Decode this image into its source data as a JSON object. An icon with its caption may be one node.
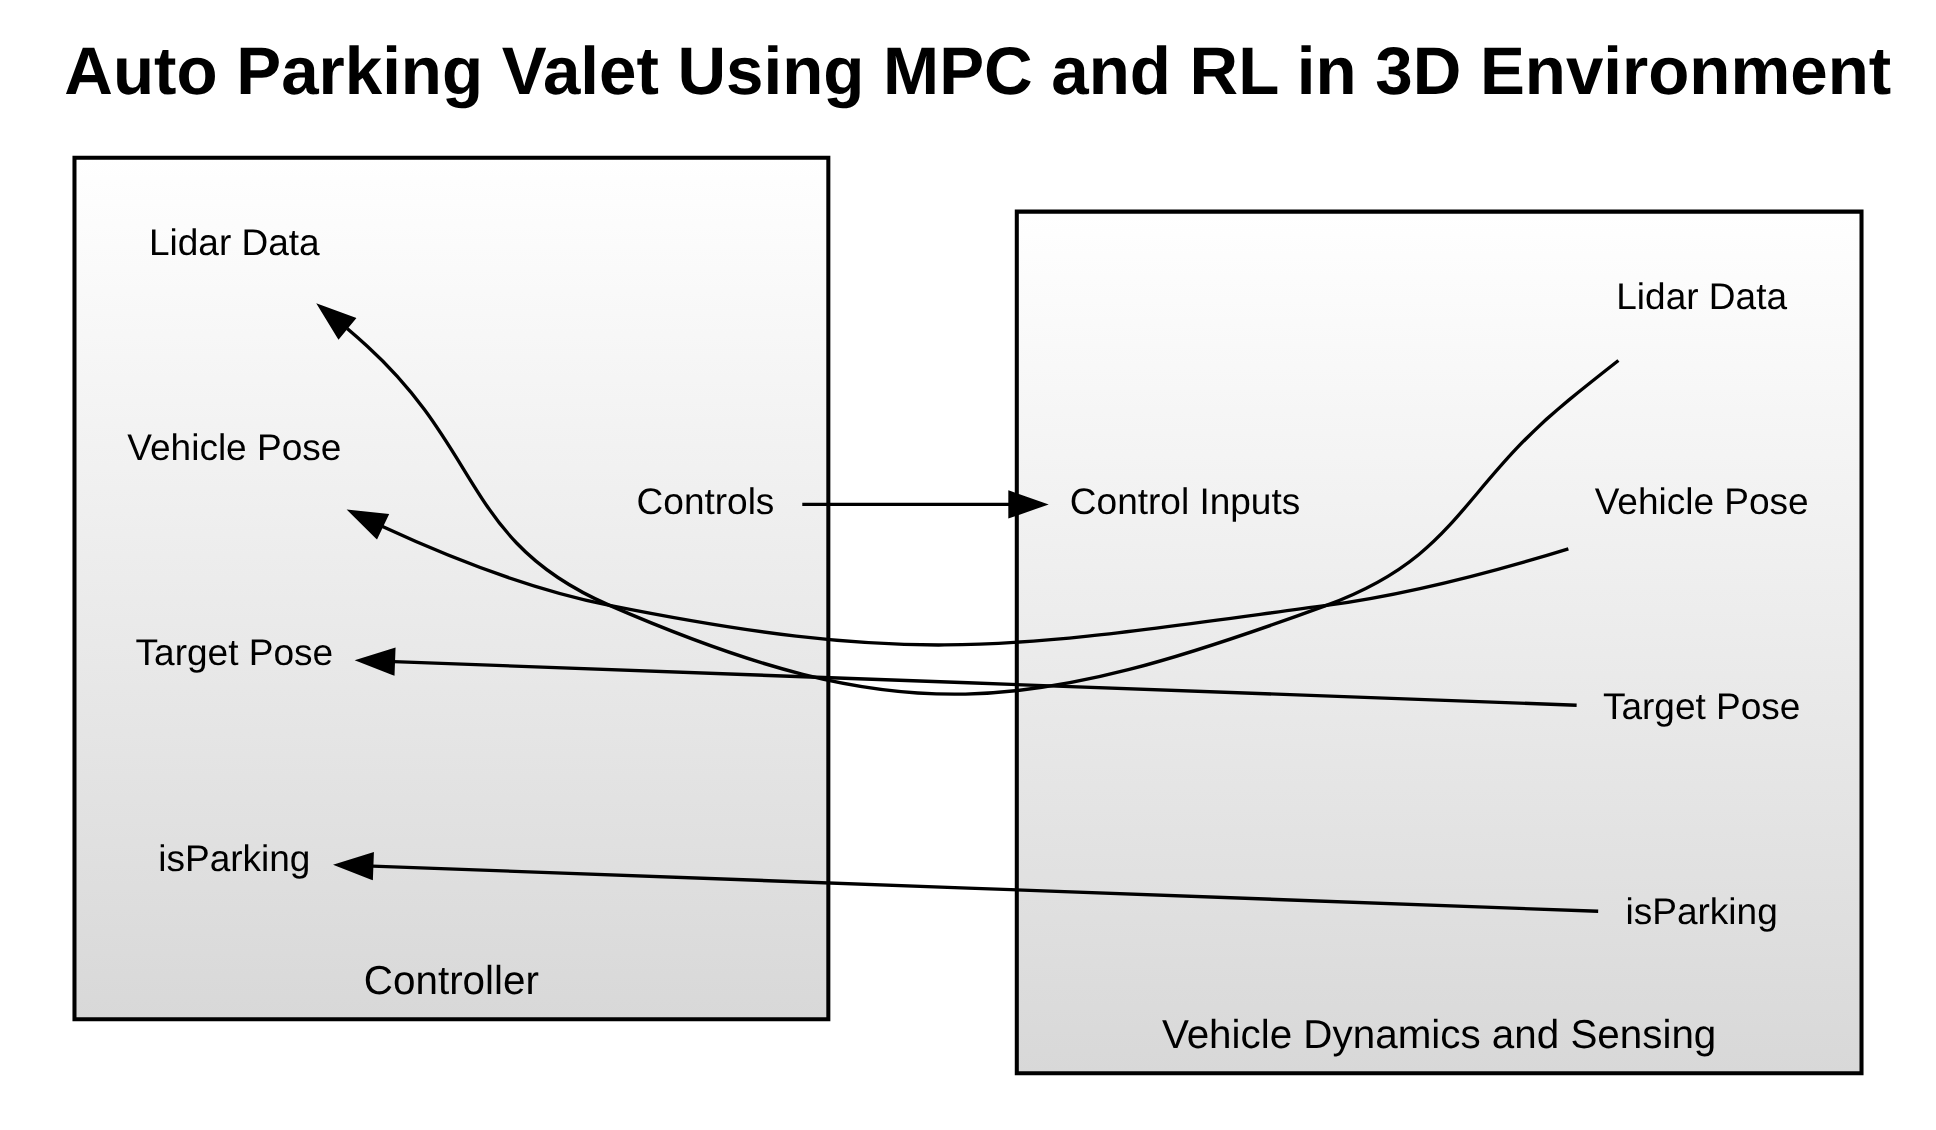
{
  "diagram": {
    "title": "Auto Parking Valet Using MPC and RL in 3D Environment",
    "nodes": [
      {
        "text": [
          "Controller"
        ]
      },
      {
        "text": [
          "isParking"
        ],
        "in": 0
      },
      {
        "text": [
          "Target Pose"
        ],
        "in": 0
      },
      {
        "text": [
          "Vehicle Pose"
        ],
        "in": 0
      },
      {
        "text": [
          "Lidar Data"
        ],
        "in": 0
      },
      {
        "text": [
          "Controls"
        ],
        "in": 0
      },
      {
        "text": [
          "Vehicle Dynamics and Sensing"
        ]
      },
      {
        "text": [
          "Control Inputs"
        ],
        "in": 6
      },
      {
        "text": [
          "isParking"
        ],
        "in": 6
      },
      {
        "text": [
          "Target Pose"
        ],
        "in": 6
      },
      {
        "text": [
          "Vehicle Pose"
        ],
        "in": 6
      },
      {
        "text": [
          "Lidar Data"
        ],
        "in": 6
      }
    ],
    "edges": [
      {
        "from": 5,
        "to": 7,
        "arrow": "to"
      },
      {
        "from": 8,
        "to": 1,
        "arrow": "to"
      },
      {
        "from": 9,
        "to": 2,
        "arrow": "to"
      },
      {
        "from": 10,
        "to": 3,
        "arrow": "to"
      },
      {
        "from": 11,
        "to": 4,
        "arrow": "to"
      }
    ]
  }
}
